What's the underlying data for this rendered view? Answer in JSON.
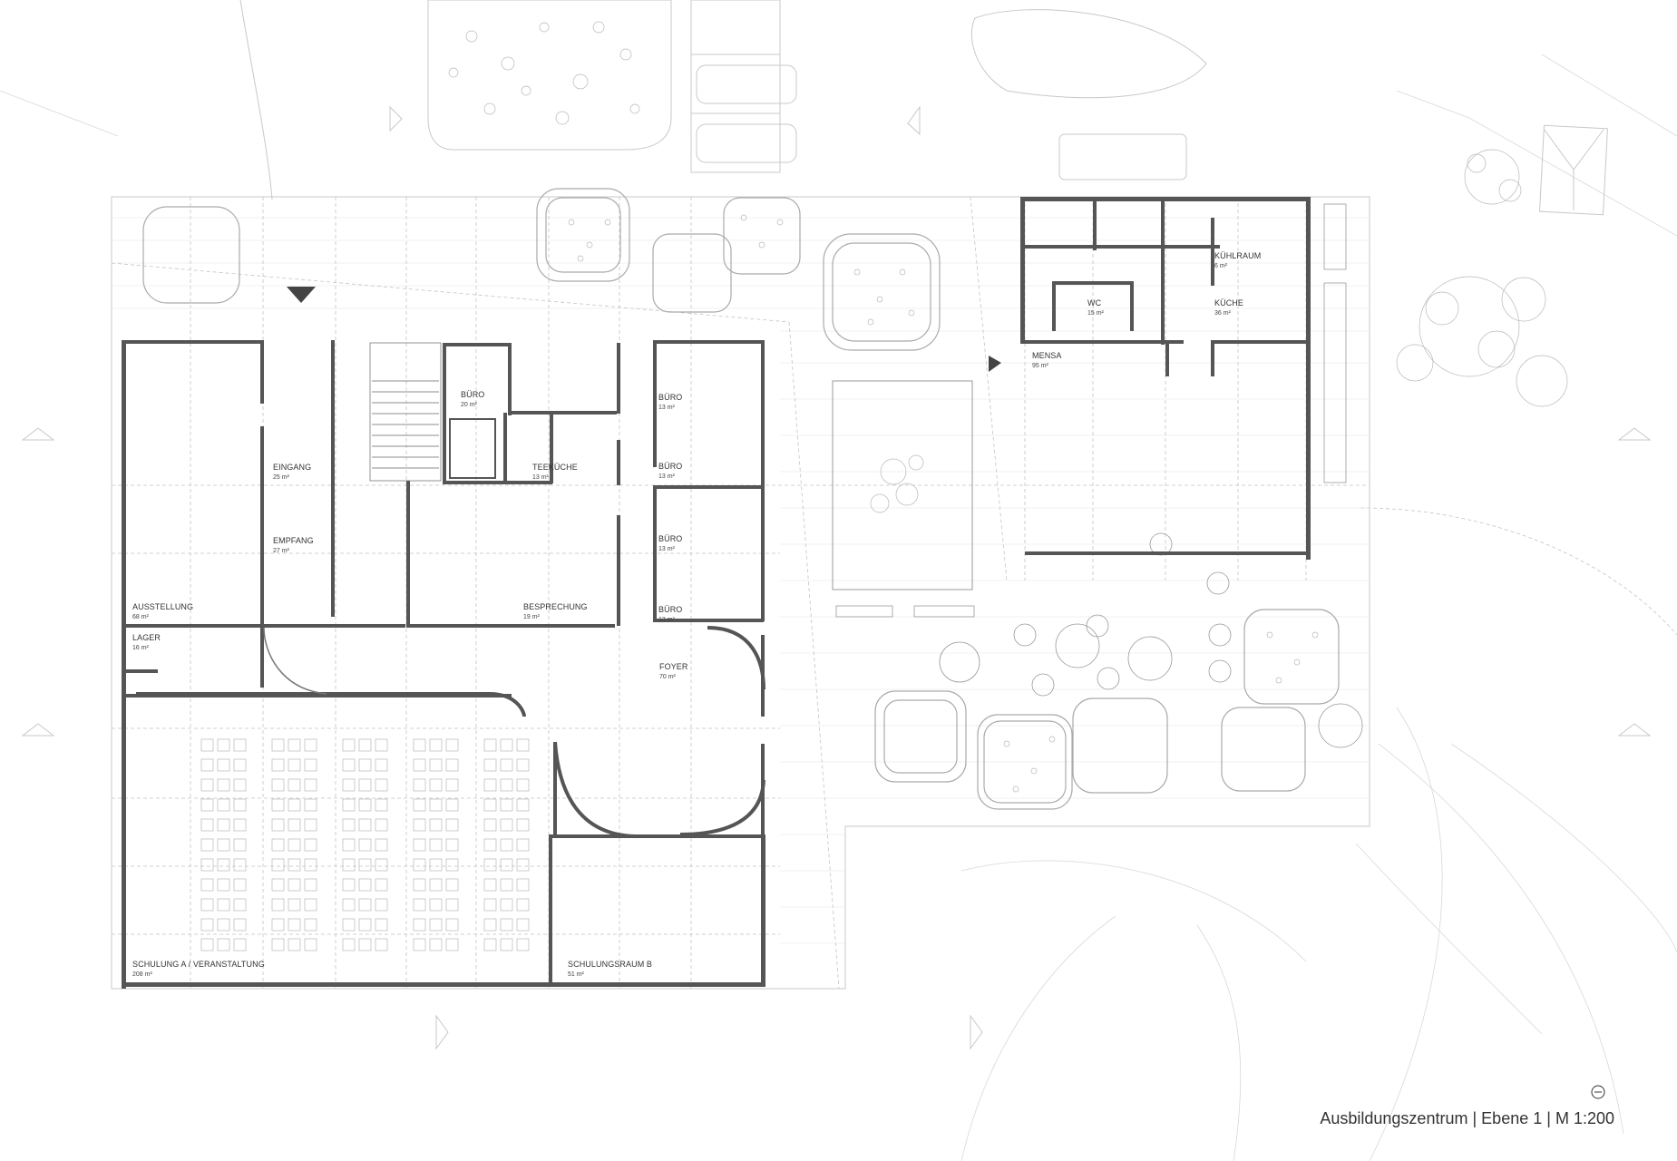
{
  "rooms": [
    {
      "name": "AUSSTELLUNG",
      "area": "68 m²"
    },
    {
      "name": "EINGANG",
      "area": "25 m²"
    },
    {
      "name": "EMPFANG",
      "area": "27 m²"
    },
    {
      "name": "BÜRO",
      "area": "20 m²"
    },
    {
      "name": "TEEKÜCHE",
      "area": "13 m²"
    },
    {
      "name": "BESPRECHUNG",
      "area": "19 m²"
    },
    {
      "name": "BÜRO",
      "area": "13 m²"
    },
    {
      "name": "BÜRO",
      "area": "13 m²"
    },
    {
      "name": "BÜRO",
      "area": "13 m²"
    },
    {
      "name": "BÜRO",
      "area": "13 m²"
    },
    {
      "name": "LAGER",
      "area": "16 m²"
    },
    {
      "name": "FOYER",
      "area": "70 m²"
    },
    {
      "name": "SCHULUNG A / VERANSTALTUNG",
      "area": "208 m²"
    },
    {
      "name": "SCHULUNGSRAUM B",
      "area": "51 m²"
    },
    {
      "name": "KÜHLRAUM",
      "area": "6 m²"
    },
    {
      "name": "WC",
      "area": "15 m²"
    },
    {
      "name": "KÜCHE",
      "area": "36 m²"
    },
    {
      "name": "MENSA",
      "area": "95 m²"
    }
  ],
  "caption": {
    "title": "Ausbildungszentrum",
    "sep1": "|",
    "level": "Ebene 1",
    "sep2": "|",
    "scale": "M 1:200"
  },
  "icons": {
    "north": "north-arrow-icon",
    "entrance": "entrance-triangle-icon"
  }
}
